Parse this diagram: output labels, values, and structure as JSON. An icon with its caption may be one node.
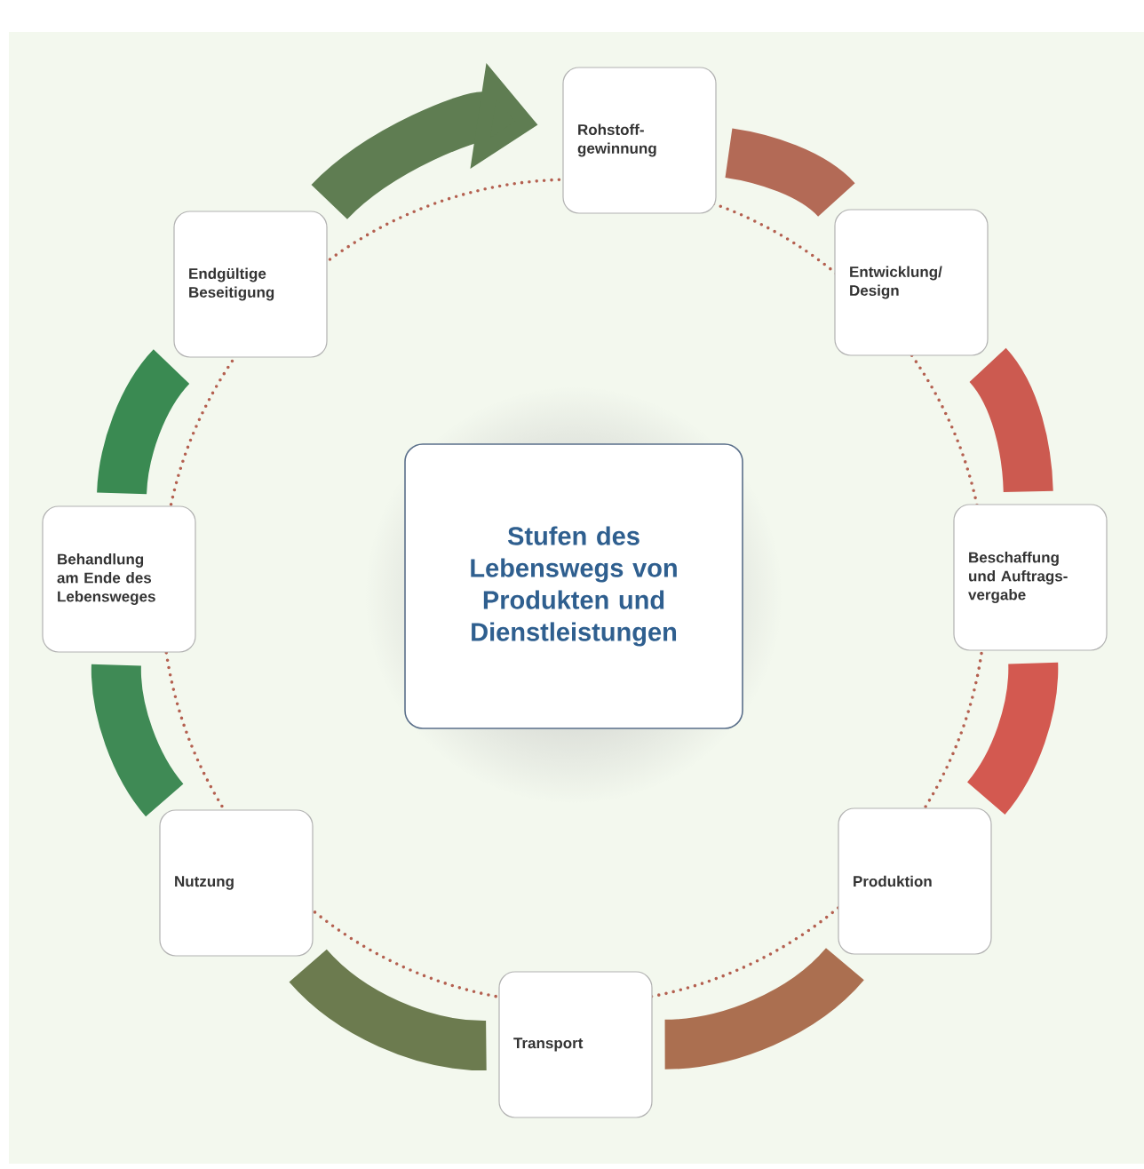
{
  "diagram": {
    "nodes": [
      {
        "text": [
          "Stufen des Lebenswegs von Produkten und Dienstleistungen"
        ]
      },
      {
        "text": [
          "Rohstoff- gewinnung"
        ]
      },
      {
        "text": [
          "Entwicklung/ Design"
        ]
      },
      {
        "text": [
          "Beschaffung und Auftrags- vergabe"
        ]
      },
      {
        "text": [
          "Produktion"
        ]
      },
      {
        "text": [
          "Transport"
        ]
      },
      {
        "text": [
          "Nutzung"
        ]
      },
      {
        "text": [
          "Behandlung am Ende des Lebensweges"
        ]
      },
      {
        "text": [
          "Endgültige Beseitigung"
        ]
      }
    ],
    "edges": [
      {
        "from": 1,
        "to": 2,
        "arrow": "none",
        "color": "#b36a56"
      },
      {
        "from": 2,
        "to": 3,
        "arrow": "none",
        "color": "#cc5a50"
      },
      {
        "from": 3,
        "to": 4,
        "arrow": "none",
        "color": "#d35950"
      },
      {
        "from": 4,
        "to": 5,
        "arrow": "none",
        "color": "#ab6f50"
      },
      {
        "from": 5,
        "to": 6,
        "arrow": "none",
        "color": "#6c7b4f"
      },
      {
        "from": 6,
        "to": 7,
        "arrow": "none",
        "color": "#3f8a55"
      },
      {
        "from": 7,
        "to": 8,
        "arrow": "none",
        "color": "#3a8a52"
      },
      {
        "from": 8,
        "to": 1,
        "arrow": "to",
        "color": "#5f7d52"
      }
    ]
  }
}
